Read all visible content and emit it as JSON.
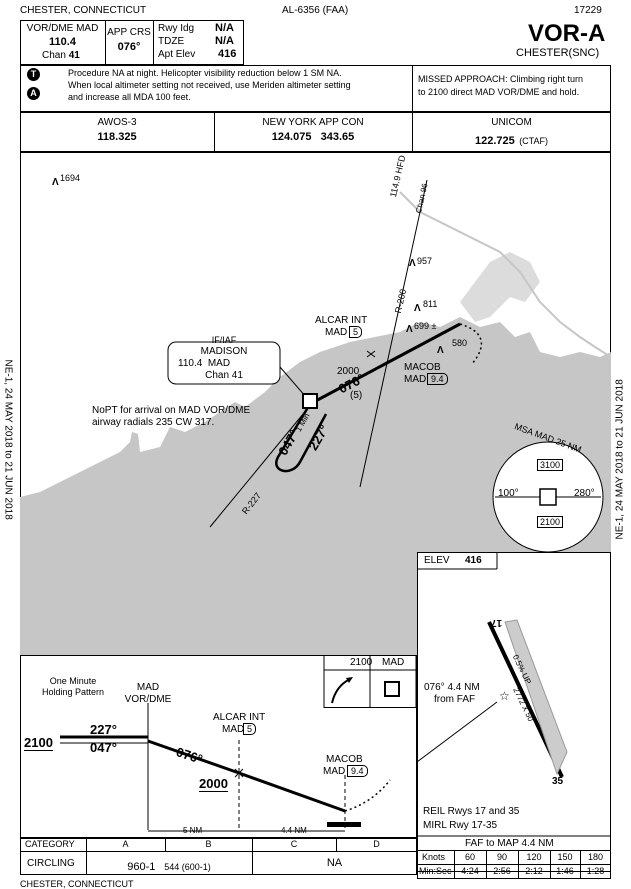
{
  "header": {
    "location": "CHESTER, CONNECTICUT",
    "chart_id": "AL-6356 (FAA)",
    "edition": "17229",
    "title": "VOR-A",
    "airport": "CHESTER(SNC)",
    "footer_location": "CHESTER, CONNECTICUT"
  },
  "briefing": {
    "nav_label": "VOR/DME MAD",
    "nav_freq": "110.4",
    "chan_label": "Chan",
    "chan_value": "41",
    "crs_label": "APP CRS",
    "crs_value": "076°",
    "rwy_ldg_label": "Rwy Idg",
    "rwy_ldg_value": "N/A",
    "tdze_label": "TDZE",
    "tdze_value": "N/A",
    "apt_elev_label": "Apt Elev",
    "apt_elev_value": "416",
    "note1": "Procedure NA at night. Helicopter visibility reduction below 1 SM NA.",
    "note2": "When local altimeter setting not received, use Meriden altimeter setting",
    "note3": "and increase all MDA 100 feet.",
    "missed1": "MISSED APPROACH: Climbing right turn",
    "missed2": "to 2100 direct MAD VOR/DME and hold."
  },
  "comms": {
    "awos_label": "AWOS-3",
    "awos_freq": "118.325",
    "app_label": "NEW YORK APP CON",
    "app_freq": "124.075   343.65",
    "unicom_label": "UNICOM",
    "unicom_freq": "122.725",
    "unicom_ctaf": "(CTAF)"
  },
  "margin": {
    "left": "NE-1, 24 MAY 2018 to 21 JUN 2018",
    "right": "NE-1, 24 MAY 2018 to 21 JUN 2018"
  },
  "plan": {
    "spot1694": "1694",
    "spot957": "957",
    "spot811": "811",
    "spot699": "699 ±",
    "hfd1": "114.9  HFD",
    "hfd2": "Chan 96",
    "r200": "R-200",
    "r227": "R-227",
    "alcar1": "ALCAR INT",
    "alcar2": "MAD",
    "alcar_dme": "5",
    "macob1": "MACOB",
    "macob2": "MAD",
    "macob_dme": "9.4",
    "alt580": "580",
    "alt2000": "2000",
    "crs076": "076°",
    "dist5": "(5)",
    "crs047": "047°",
    "crs227": "227°",
    "one_min": "1 Min",
    "iaf1": "IF/IAF",
    "iaf2": "MADISON",
    "iaf3": "110.4  MAD",
    "iaf4": "Chan 41",
    "nopt1": "NoPT for arrival on MAD VOR/DME",
    "nopt2": "airway radials 235 CW 317.",
    "msa_title": "MSA MAD 25 NM",
    "msa_3100": "3100",
    "msa_2100": "2100",
    "msa_100": "100°",
    "msa_280": "280°"
  },
  "airport": {
    "elev_label": "ELEV",
    "elev_value": "416",
    "rwy17": "17",
    "rwy35": "35",
    "grad": "0.5% UP",
    "rwy_len": "2772 X 50",
    "faf1": "076° 4.4 NM",
    "faf2": "from FAF",
    "reil": "REIL Rwys 17 and 35",
    "mirl": "MIRL Rwy 17-35"
  },
  "profile": {
    "holding1": "One Minute",
    "holding2": "Holding Pattern",
    "mad1": "MAD",
    "mad2": "VOR/DME",
    "alcar1": "ALCAR INT",
    "alcar2": "MAD",
    "alcar_dme": "5",
    "macob1": "MACOB",
    "macob2": "MAD",
    "macob_dme": "9.4",
    "alt2100": "2100",
    "alt2000": "2000",
    "crs227": "227°",
    "crs047": "047°",
    "crs076": "076°",
    "dist5": "5 NM",
    "dist44": "4.4 NM",
    "icon_2100": "2100",
    "icon_mad": "MAD"
  },
  "minimums": {
    "cat_label": "CATEGORY",
    "cat_a": "A",
    "cat_b": "B",
    "cat_c": "C",
    "cat_d": "D",
    "circling": "CIRCLING",
    "ab_value": "960-1",
    "ab_detail": "544 (600-1)",
    "cd_value": "NA"
  },
  "timing": {
    "title": "FAF to MAP  4.4 NM",
    "knots_label": "Knots",
    "knots": [
      "60",
      "90",
      "120",
      "150",
      "180"
    ],
    "time_label": "Min:Sec",
    "times": [
      "4:24",
      "2:56",
      "2:12",
      "1:46",
      "1:28"
    ]
  }
}
